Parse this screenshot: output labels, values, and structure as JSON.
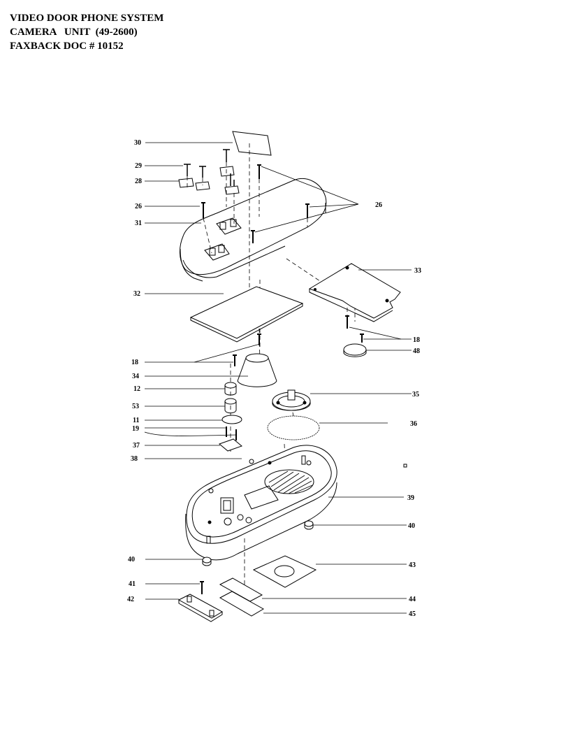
{
  "header": {
    "line1": "VIDEO DOOR PHONE SYSTEM",
    "line2": "CAMERA   UNIT  (49-2600)",
    "line3": "FAXBACK DOC # 10152"
  },
  "callouts": {
    "p30": "30",
    "p29": "29",
    "p28": "28",
    "p26a": "26",
    "p26b": "26",
    "p31": "31",
    "p33": "33",
    "p32": "32",
    "p18a": "18",
    "p48": "48",
    "p18b": "18",
    "p34": "34",
    "p12": "12",
    "p35": "35",
    "p53": "53",
    "p11": "11",
    "p36": "36",
    "p19": "19",
    "p37": "37",
    "p38": "38",
    "p39": "39",
    "p40a": "40",
    "p40b": "40",
    "p43": "43",
    "p41": "41",
    "p42": "42",
    "p44": "44",
    "p45": "45"
  }
}
